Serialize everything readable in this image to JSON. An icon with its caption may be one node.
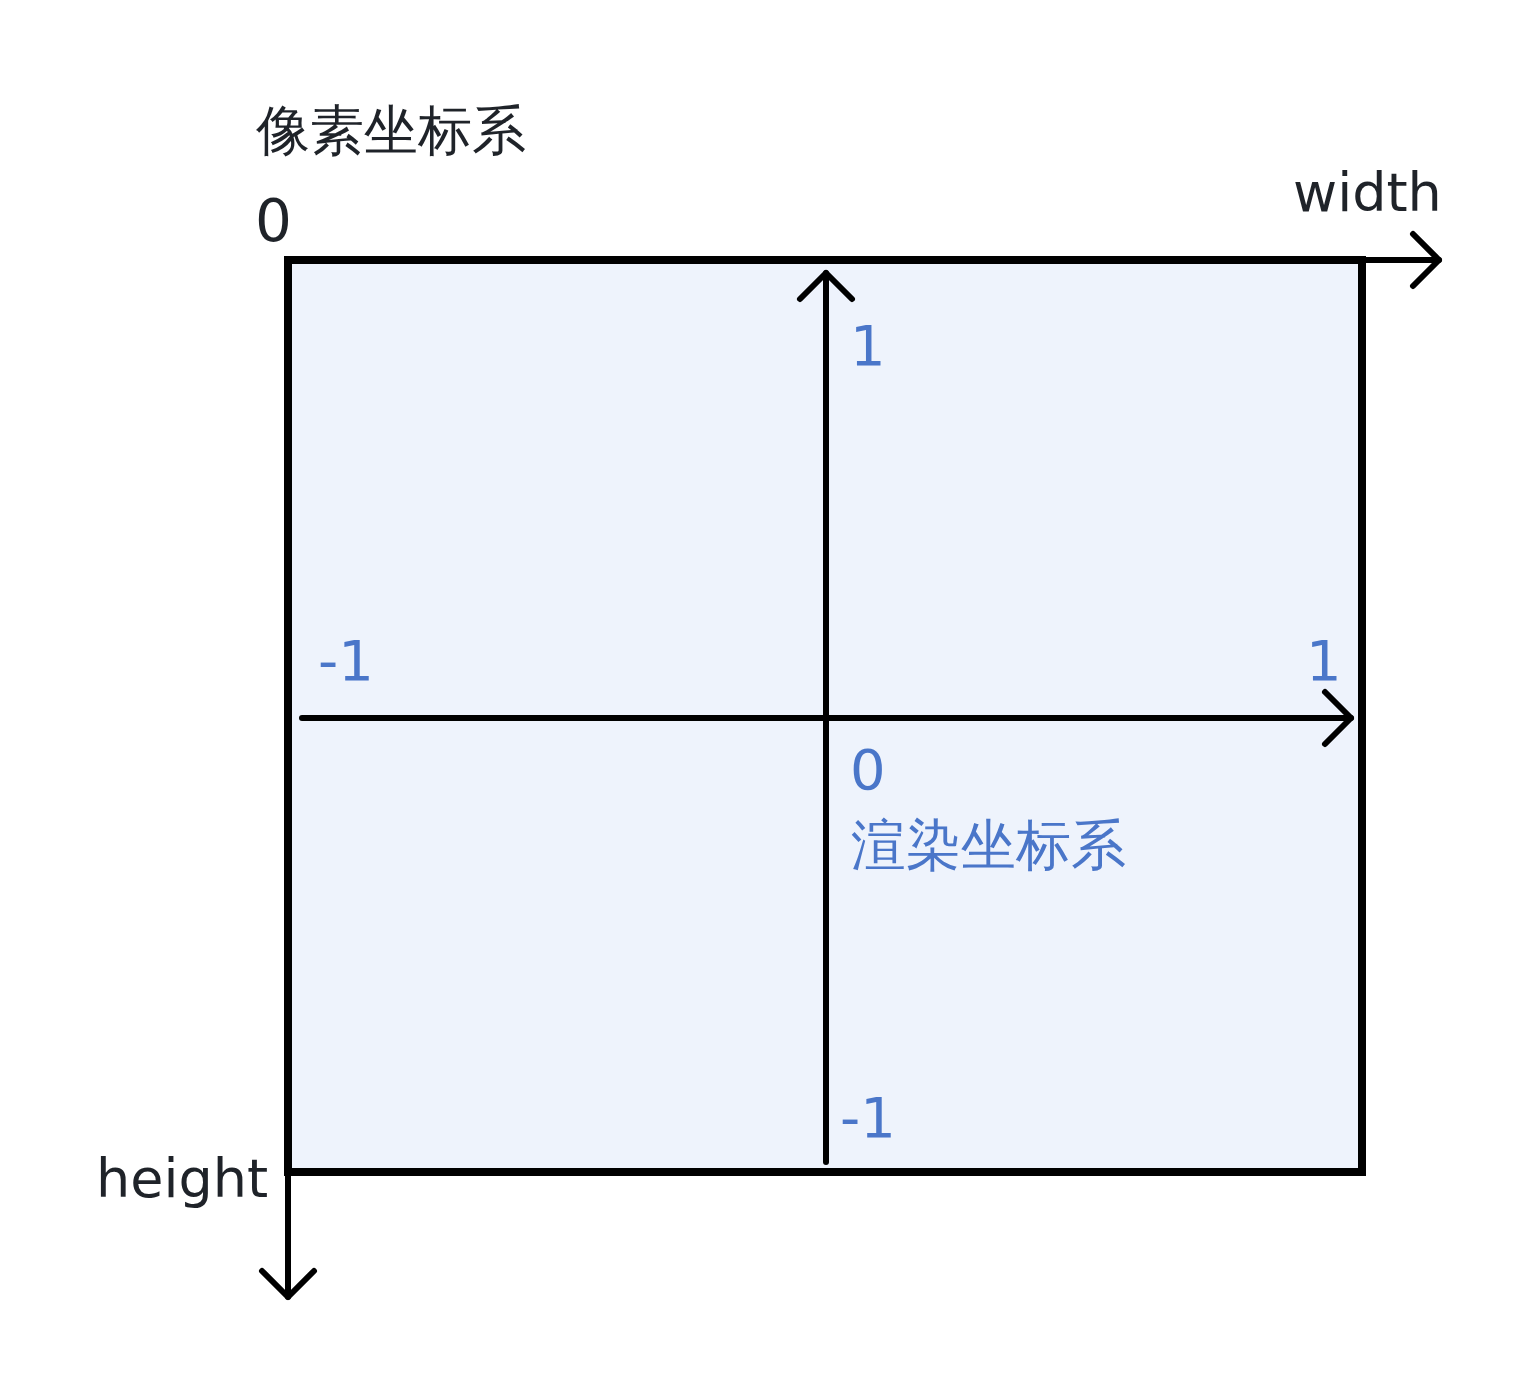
{
  "diagram": {
    "labels": [
      "像素坐标系",
      "0",
      "width",
      "1",
      "-1",
      "1",
      "0",
      "渲染坐标系",
      "-1",
      "height"
    ]
  }
}
